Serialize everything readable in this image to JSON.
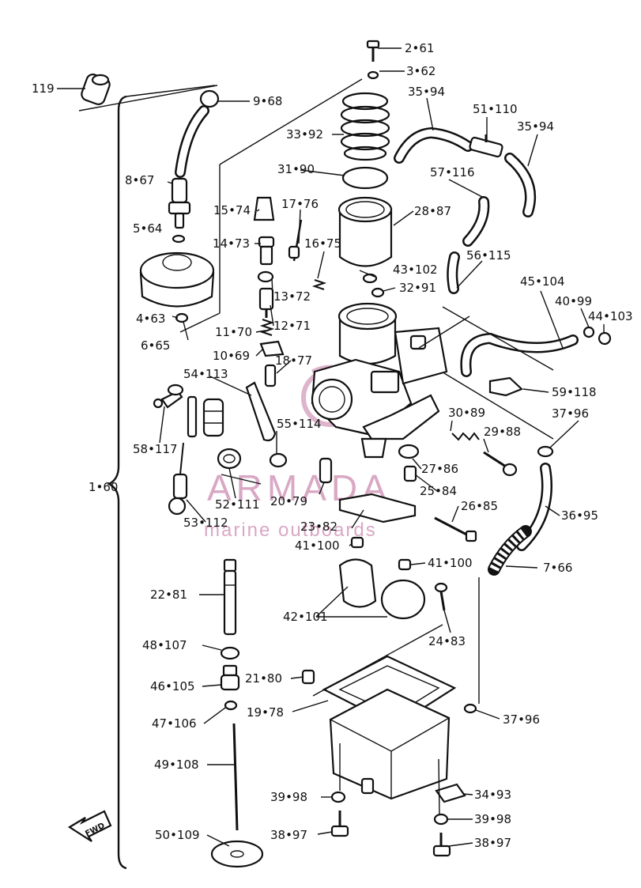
{
  "diagram": {
    "callouts": [
      "119",
      "1•60",
      "2•61",
      "3•62",
      "9•68",
      "33•92",
      "35•94",
      "51•110",
      "35•94",
      "8•67",
      "31•90",
      "57•116",
      "15•74",
      "17•76",
      "28•87",
      "5•64",
      "14•73",
      "16•75",
      "43•102",
      "56•115",
      "32•91",
      "13•72",
      "45•104",
      "4•63",
      "12•71",
      "40•99",
      "44•103",
      "6•65",
      "11•70",
      "10•69",
      "18•77",
      "54•113",
      "59•118",
      "37•96",
      "30•89",
      "55•114",
      "29•88",
      "58•117",
      "27•86",
      "52•111",
      "20•79",
      "25•84",
      "26•85",
      "53•112",
      "36•95",
      "23•82",
      "41•100",
      "41•100",
      "7•66",
      "22•81",
      "42•101",
      "24•83",
      "48•107",
      "21•80",
      "46•105",
      "19•78",
      "47•106",
      "37•96",
      "49•108",
      "39•98",
      "34•93",
      "39•98",
      "50•109",
      "38•97",
      "38•97"
    ],
    "fwd_label": "FWD"
  },
  "watermark": {
    "brand": "ARMADA",
    "tagline": "marine outboards",
    "logo_color": "#d9a8c4"
  }
}
